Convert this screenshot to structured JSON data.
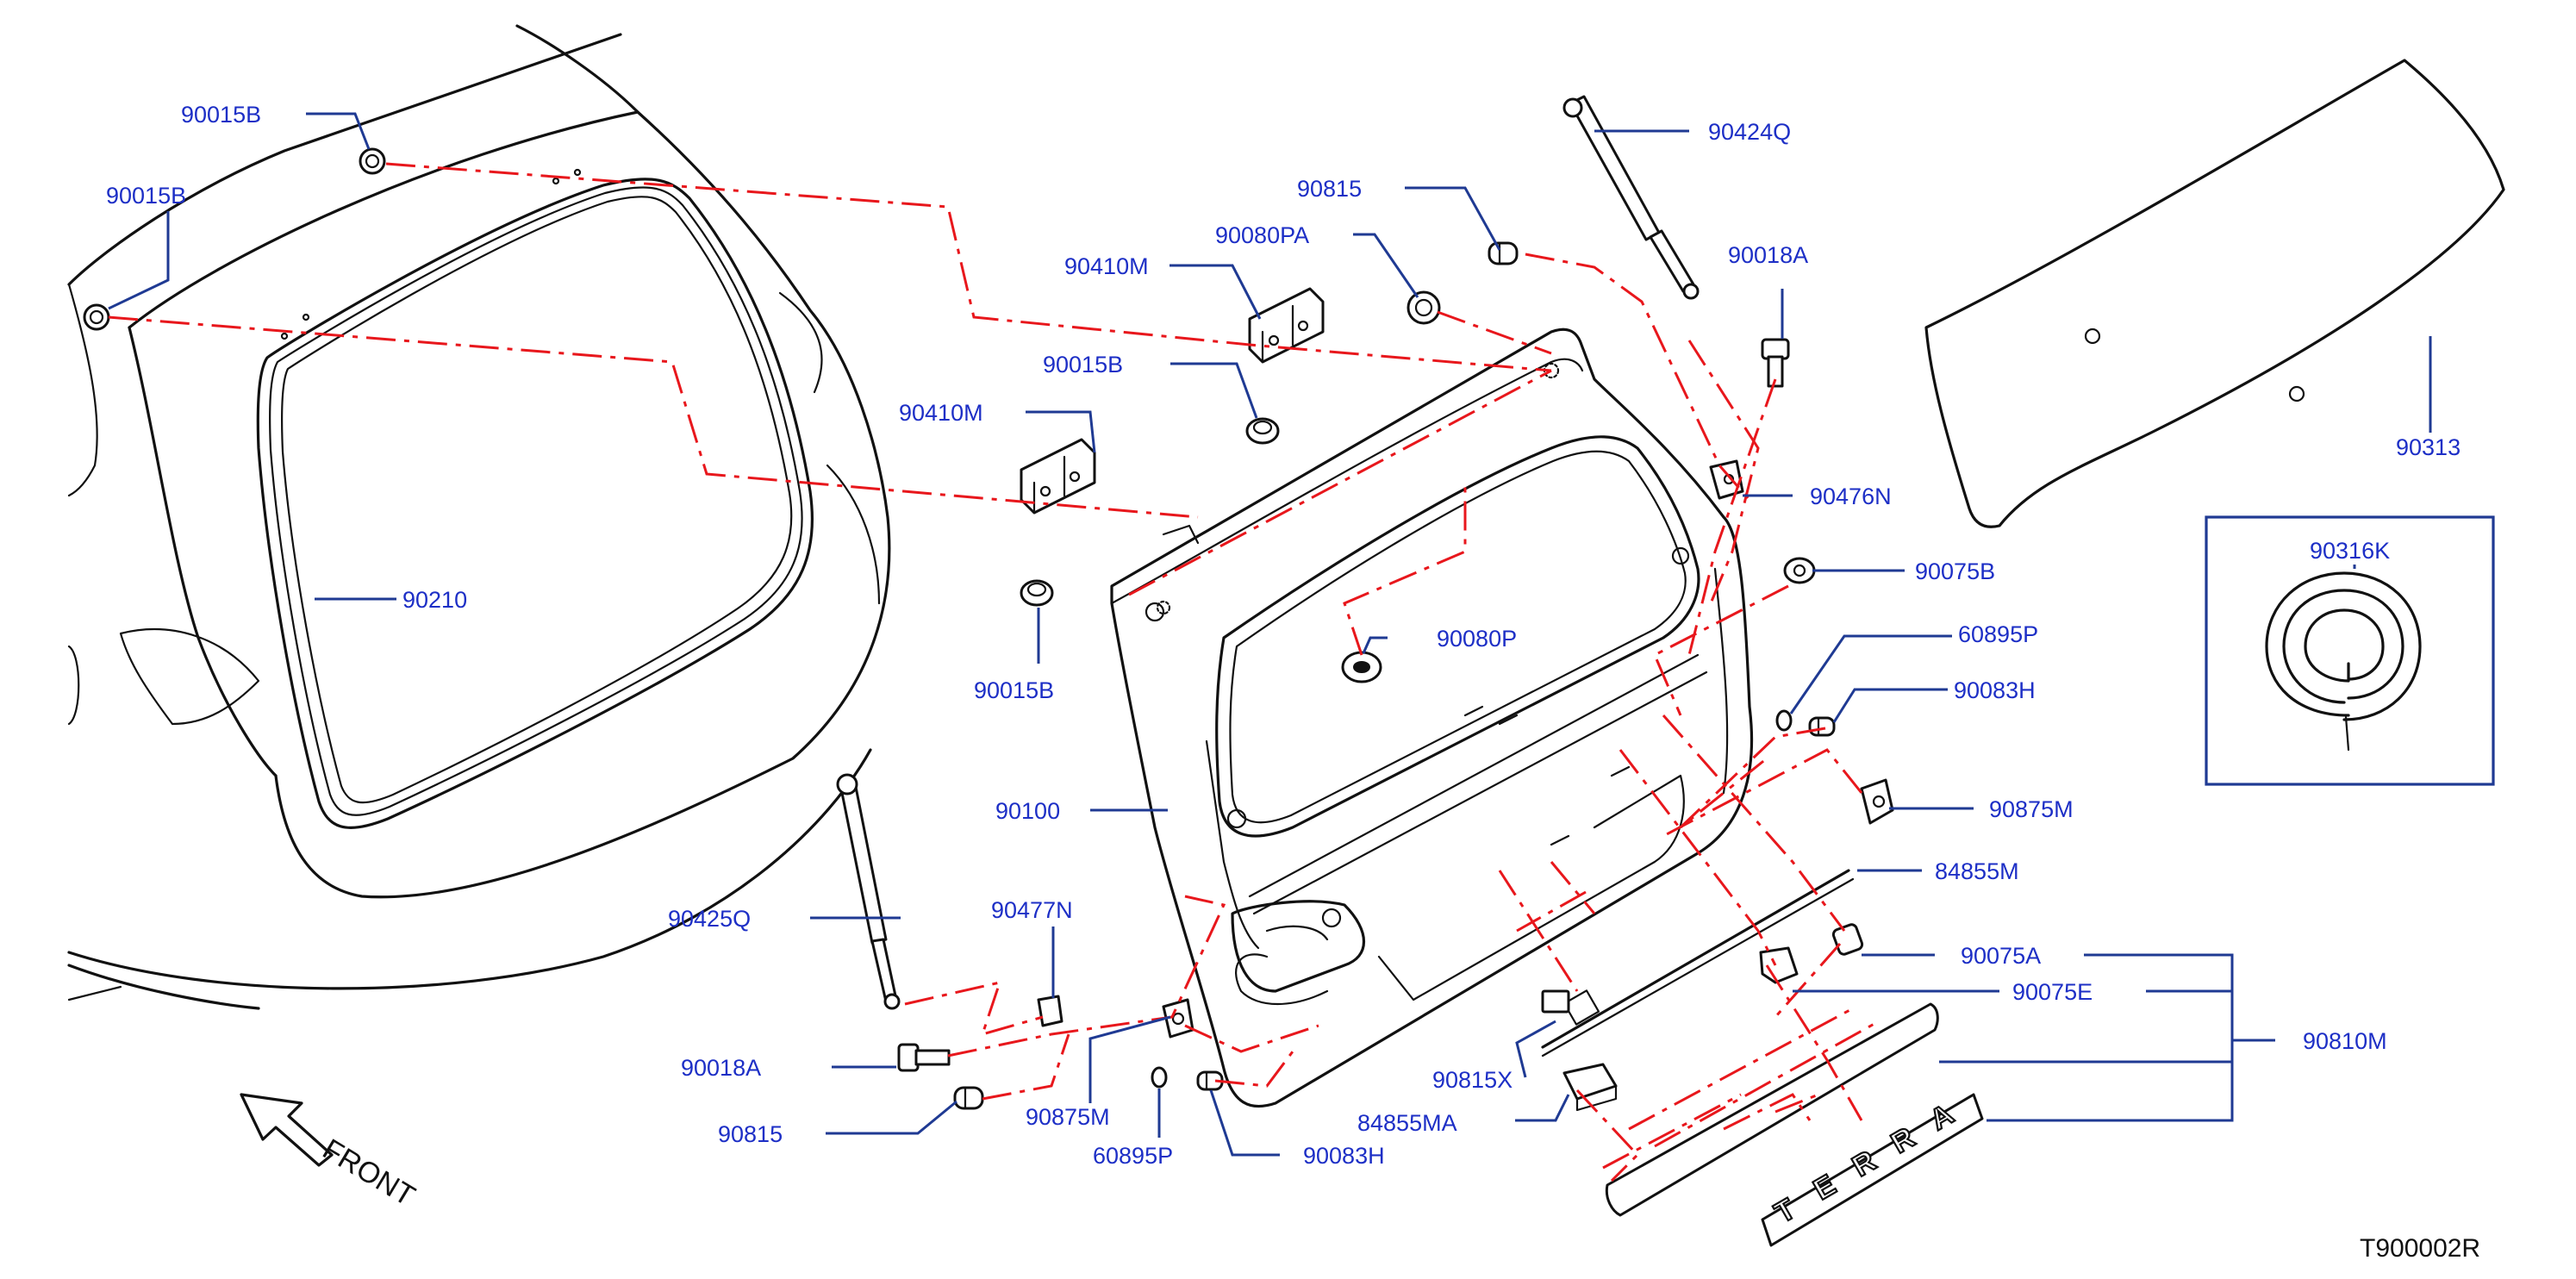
{
  "diagram_code": "T900002R",
  "front_label": "FRONT",
  "emblem_letters": [
    "T",
    "E",
    "R",
    "R",
    "A"
  ],
  "colors": {
    "label": "#1d2fc6",
    "leader": "#1f3a93",
    "assembly_line": "#e8171c",
    "drawing": "#111111"
  },
  "labels": {
    "p90015B_a": "90015B",
    "p90015B_b": "90015B",
    "p90015B_c": "90015B",
    "p90015B_d": "90015B",
    "p90210": "90210",
    "p90410M_a": "90410M",
    "p90410M_b": "90410M",
    "p90080PA": "90080PA",
    "p90815_a": "90815",
    "p90815_b": "90815",
    "p90424Q": "90424Q",
    "p90018A_a": "90018A",
    "p90018A_b": "90018A",
    "p90476N": "90476N",
    "p90313": "90313",
    "p90316K": "90316K",
    "p90075B": "90075B",
    "p60895P_a": "60895P",
    "p60895P_b": "60895P",
    "p90083H_a": "90083H",
    "p90083H_b": "90083H",
    "p90875M_a": "90875M",
    "p90875M_b": "90875M",
    "p84855M": "84855M",
    "p84855MA": "84855MA",
    "p90075A": "90075A",
    "p90075E": "90075E",
    "p90810M": "90810M",
    "p90815X": "90815X",
    "p90080P": "90080P",
    "p90100": "90100",
    "p90425Q": "90425Q",
    "p90477N": "90477N"
  }
}
